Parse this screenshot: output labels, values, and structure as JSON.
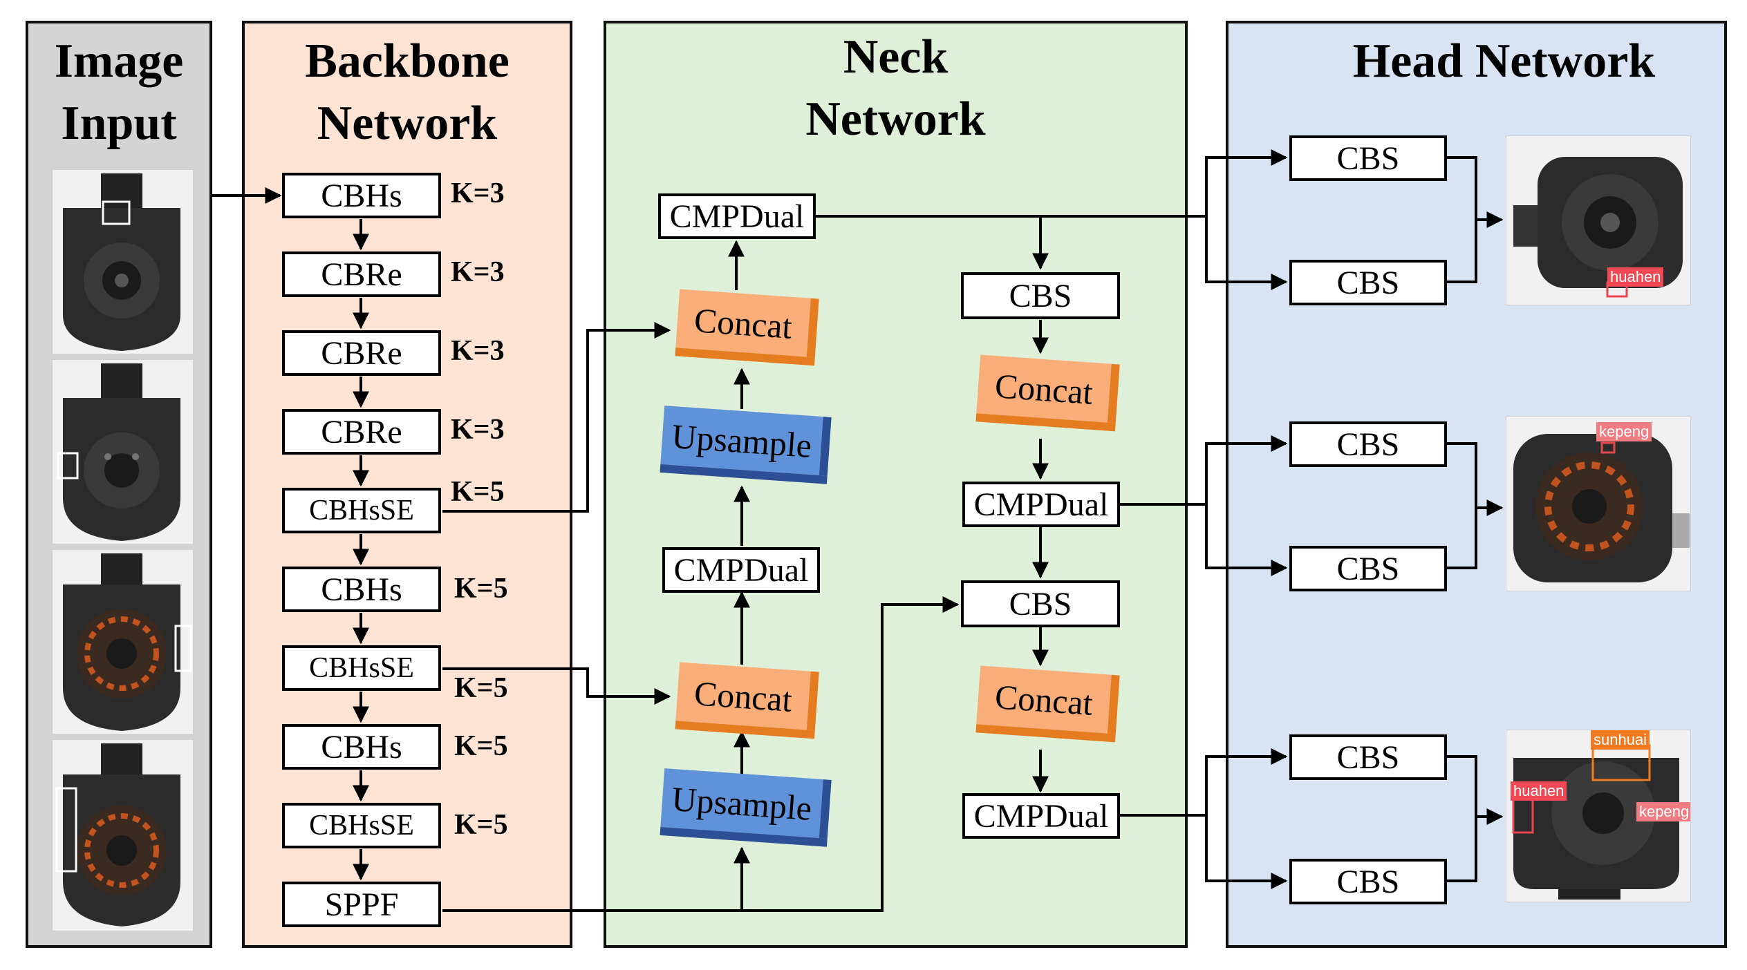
{
  "panels": {
    "input_title_1": "Image",
    "input_title_2": "Input",
    "backbone_title_1": "Backbone",
    "backbone_title_2": "Network",
    "neck_title_1": "Neck",
    "neck_title_2": "Network",
    "head_title": "Head Network"
  },
  "backbone": [
    {
      "label": "CBHs",
      "k": "K=3"
    },
    {
      "label": "CBRe",
      "k": "K=3"
    },
    {
      "label": "CBRe",
      "k": "K=3"
    },
    {
      "label": "CBRe",
      "k": "K=3"
    },
    {
      "label": "CBHsSE",
      "k": "K=5"
    },
    {
      "label": "CBHs",
      "k": "K=5"
    },
    {
      "label": "CBHsSE",
      "k": "K=5"
    },
    {
      "label": "CBHs",
      "k": "K=5"
    },
    {
      "label": "CBHsSE",
      "k": "K=5"
    },
    {
      "label": "SPPF",
      "k": ""
    }
  ],
  "neck_left": {
    "cmpdual_top": "CMPDual",
    "concat_1": "Concat",
    "upsample_1": "Upsample",
    "cmpdual_mid": "CMPDual",
    "concat_2": "Concat",
    "upsample_2": "Upsample"
  },
  "neck_right": {
    "cbs_1": "CBS",
    "concat_1": "Concat",
    "cmpdual_1": "CMPDual",
    "cbs_2": "CBS",
    "concat_2": "Concat",
    "cmpdual_2": "CMPDual"
  },
  "head": {
    "cbs_labels": [
      "CBS",
      "CBS",
      "CBS",
      "CBS",
      "CBS",
      "CBS"
    ],
    "detections": [
      "huahen",
      "kepeng",
      "sunhuai",
      "huahen",
      "kepeng"
    ]
  },
  "colors": {
    "input_bg": "#d4d4d4",
    "backbone_bg": "#fce3d3",
    "neck_bg": "#dff0d8",
    "head_bg": "#d8e4f3",
    "concat": "#f9ae7a",
    "upsample": "#5f92d8"
  }
}
